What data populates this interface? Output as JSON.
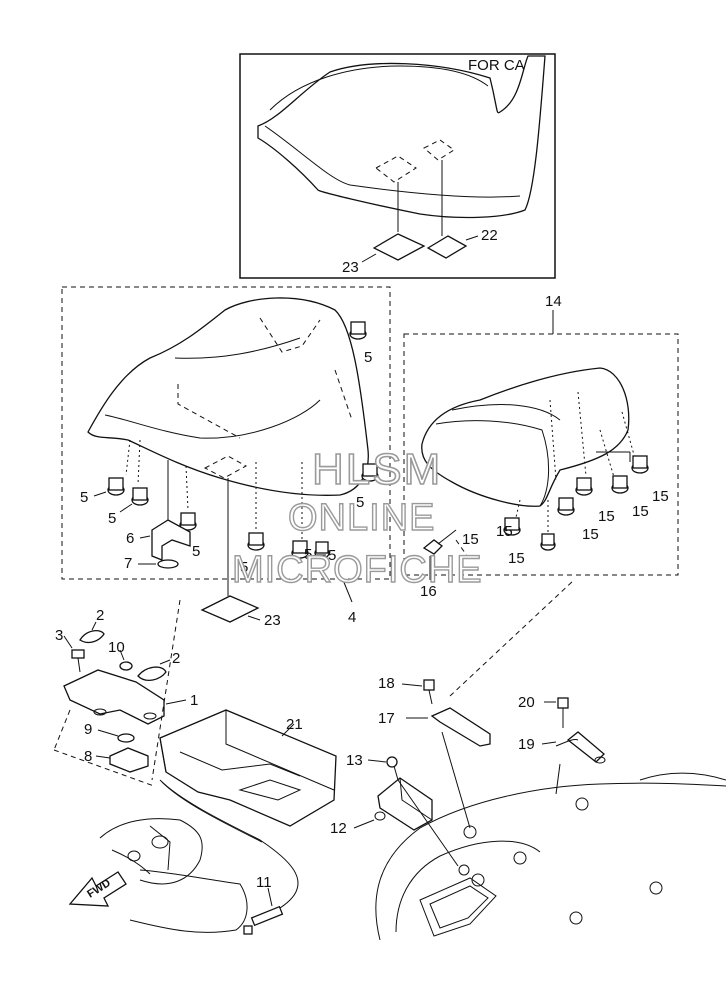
{
  "inset": {
    "region_label": "FOR CAL"
  },
  "callouts": {
    "c1": "1",
    "c2a": "2",
    "c2b": "2",
    "c3": "3",
    "c4": "4",
    "c5a": "5",
    "c5b": "5",
    "c5c": "5",
    "c5d": "5",
    "c5e": "5",
    "c5f": "5",
    "c5g": "5",
    "c5h": "5",
    "c6": "6",
    "c7": "7",
    "c8": "8",
    "c9": "9",
    "c10": "10",
    "c11": "11",
    "c12": "12",
    "c13": "13",
    "c14": "14",
    "c15a": "15",
    "c15b": "15",
    "c15c": "15",
    "c15d": "15",
    "c15e": "15",
    "c15f": "15",
    "c15g": "15",
    "c16": "16",
    "c17": "17",
    "c18": "18",
    "c19": "19",
    "c20": "20",
    "c21": "21",
    "c22": "22",
    "c23a": "23",
    "c23b": "23"
  },
  "arrow": {
    "label": "FWD"
  },
  "watermark": {
    "line1": "HLSM",
    "line2": "ONLINE",
    "line3": "MICROFICHE"
  }
}
